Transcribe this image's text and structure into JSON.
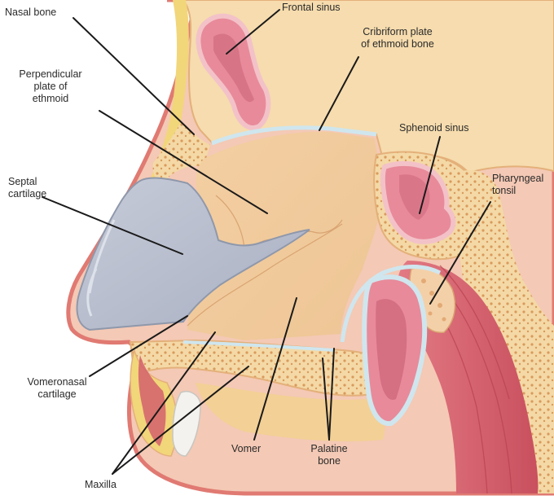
{
  "labels": {
    "nasal_bone": [
      "Nasal bone"
    ],
    "frontal_sinus": [
      "Frontal sinus"
    ],
    "cribriform": [
      "Cribriform plate",
      "of ethmoid bone"
    ],
    "perpendicular": [
      "Perpendicular",
      "plate of",
      "ethmoid"
    ],
    "sphenoid": [
      "Sphenoid sinus"
    ],
    "septal": [
      "Septal",
      "cartilage"
    ],
    "pharyngeal": [
      "Pharyngeal",
      "tonsil"
    ],
    "vomeronasal": [
      "Vomeronasal",
      "cartilage"
    ],
    "vomer": [
      "Vomer"
    ],
    "palatine": [
      "Palatine",
      "bone"
    ],
    "maxilla": [
      "Maxilla"
    ]
  },
  "colors": {
    "skin": "#f4c9b5",
    "skin_edge": "#e07a72",
    "bone": "#f6dcae",
    "bone_yellow": "#f2d67a",
    "bone_spongy": "#e8b070",
    "septum": "#f0c99e",
    "septum_light": "#f7dfbf",
    "cartilage": "#b9bfcf",
    "cartilage_edge": "#8f98ab",
    "sinus": "#e88a9a",
    "sinus_dark": "#c45a70",
    "muscle": "#d4606c",
    "mucosa": "#cfe6ee",
    "leader": "#1a1a1a"
  }
}
